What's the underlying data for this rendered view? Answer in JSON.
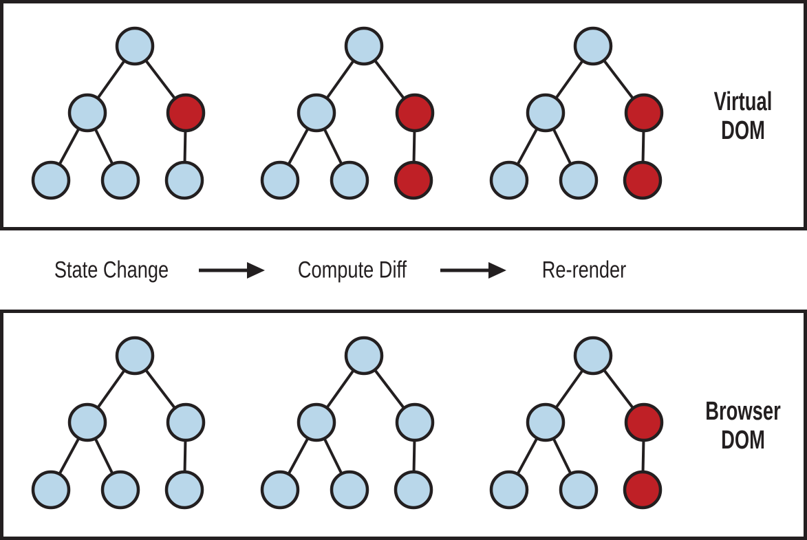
{
  "panels": [
    {
      "label_line1": "Virtual",
      "label_line2": "DOM",
      "trees": [
        {
          "nodes": {
            "root": "blue",
            "left": "blue",
            "right": "red",
            "ll": "blue",
            "lr": "blue",
            "rc": "blue"
          }
        },
        {
          "nodes": {
            "root": "blue",
            "left": "blue",
            "right": "red",
            "ll": "blue",
            "lr": "blue",
            "rc": "red"
          }
        },
        {
          "nodes": {
            "root": "blue",
            "left": "blue",
            "right": "red",
            "ll": "blue",
            "lr": "blue",
            "rc": "red"
          }
        }
      ]
    },
    {
      "label_line1": "Browser",
      "label_line2": "DOM",
      "trees": [
        {
          "nodes": {
            "root": "blue",
            "left": "blue",
            "right": "blue",
            "ll": "blue",
            "lr": "blue",
            "rc": "blue"
          }
        },
        {
          "nodes": {
            "root": "blue",
            "left": "blue",
            "right": "blue",
            "ll": "blue",
            "lr": "blue",
            "rc": "blue"
          }
        },
        {
          "nodes": {
            "root": "blue",
            "left": "blue",
            "right": "red",
            "ll": "blue",
            "lr": "blue",
            "rc": "red"
          }
        }
      ]
    }
  ],
  "flow": {
    "steps": [
      "State Change",
      "Compute Diff",
      "Re-render"
    ]
  },
  "colors": {
    "node_blue": "#B9D7EA",
    "node_red": "#BF2026",
    "stroke": "#231F20"
  }
}
